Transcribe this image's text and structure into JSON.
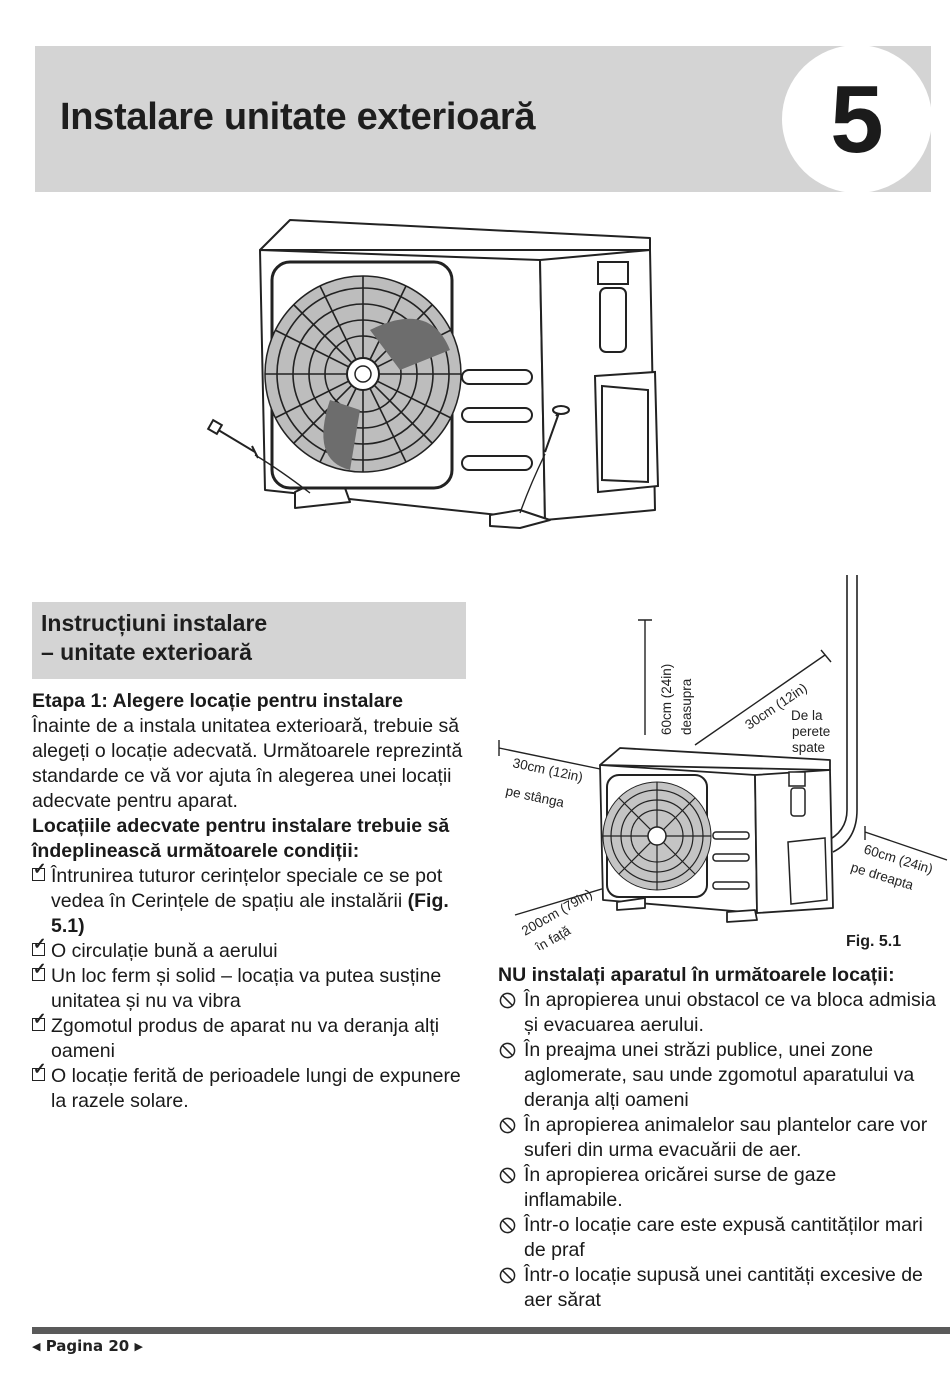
{
  "header": {
    "title": "Instalare unitate exterioară",
    "chapter_number": "5"
  },
  "section": {
    "title_line1": "Instrucțiuni instalare",
    "title_line2": "– unitate exterioară"
  },
  "left_column": {
    "step_title": "Etapa 1: Alegere locație pentru instalare",
    "intro": "Înainte de a instala unitatea exterioară, trebuie să alegeți o locație adecvată. Următoarele reprezintă standarde ce vă vor ajuta în alegerea unei locații adecvate pentru aparat.",
    "conditions_heading": "Locațiile adecvate pentru instalare trebuie să îndeplinească următoarele condiții:",
    "conditions": [
      {
        "text": "Întrunirea tuturor cerințelor speciale ce se pot vedea în Cerințele de spațiu ale instalării",
        "ref": "(Fig. 5.1)"
      },
      {
        "text": "O circulație bună a aerului"
      },
      {
        "text": "Un loc ferm și solid – locația va putea susține unitatea și nu va vibra"
      },
      {
        "text": "Zgomotul produs de aparat nu va deranja alți oameni"
      },
      {
        "text": "O locație ferită de perioadele lungi de expunere la razele solare."
      }
    ]
  },
  "diagram": {
    "top_dist": "60cm (24in)",
    "top_label": "deasupra",
    "back_dist": "30cm (12in)",
    "back_label_1": "De la",
    "back_label_2": "perete",
    "back_label_3": "spate",
    "left_dist": "30cm (12in)",
    "left_label": "pe stânga",
    "front_dist": "200cm (79in)",
    "front_label": "în față",
    "right_dist": "60cm (24in)",
    "right_label": "pe dreapta",
    "fig_label": "Fig. 5.1"
  },
  "right_column": {
    "heading": "NU instalați aparatul în următoarele locații:",
    "items": [
      "În apropierea unui obstacol ce va bloca admisia și evacuarea aerului.",
      "În preajma unei străzi publice, unei zone aglomerate, sau unde zgomotul aparatului va deranja alți oameni",
      "În apropierea animalelor sau plantelor care vor suferi din urma evacuării de aer.",
      "În apropierea oricărei surse de gaze inflamabile.",
      "Într-o locație care este expusă cantităților mari de praf",
      "Într-o locație supusă unei cantități excesive de aer sărat"
    ]
  },
  "footer": {
    "page_label": "Pagina 20"
  }
}
